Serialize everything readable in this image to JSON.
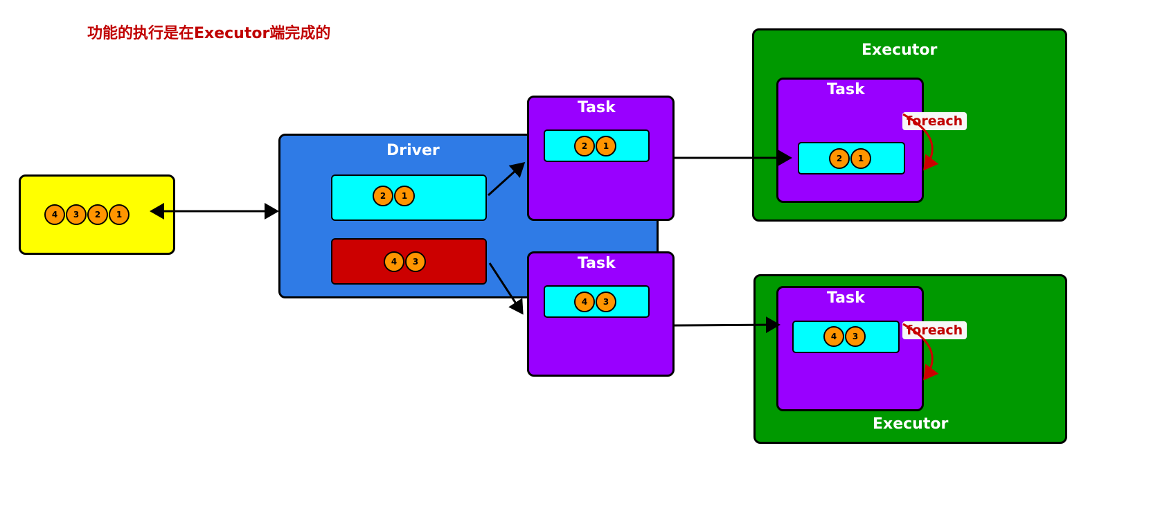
{
  "title": "功能的执行是在Executor端完成的",
  "source": {
    "items": [
      "4",
      "3",
      "2",
      "1"
    ]
  },
  "driver": {
    "label": "Driver",
    "partition1": [
      "2",
      "1"
    ],
    "partition2": [
      "4",
      "3"
    ]
  },
  "task_top": {
    "label": "Task",
    "items": [
      "2",
      "1"
    ]
  },
  "task_bottom": {
    "label": "Task",
    "items": [
      "4",
      "3"
    ]
  },
  "executor_top": {
    "label": "Executor",
    "task_label": "Task",
    "items": [
      "2",
      "1"
    ],
    "loop_label": "foreach"
  },
  "executor_bottom": {
    "label": "Executor",
    "task_label": "Task",
    "items": [
      "4",
      "3"
    ],
    "loop_label": "foreach"
  },
  "colors": {
    "source": "#ffff00",
    "driver": "#2f7be6",
    "partition1": "#00ffff",
    "partition2": "#cc0000",
    "task": "#9900ff",
    "executor": "#009900",
    "ball": "#ff9500",
    "title": "#c00000"
  }
}
